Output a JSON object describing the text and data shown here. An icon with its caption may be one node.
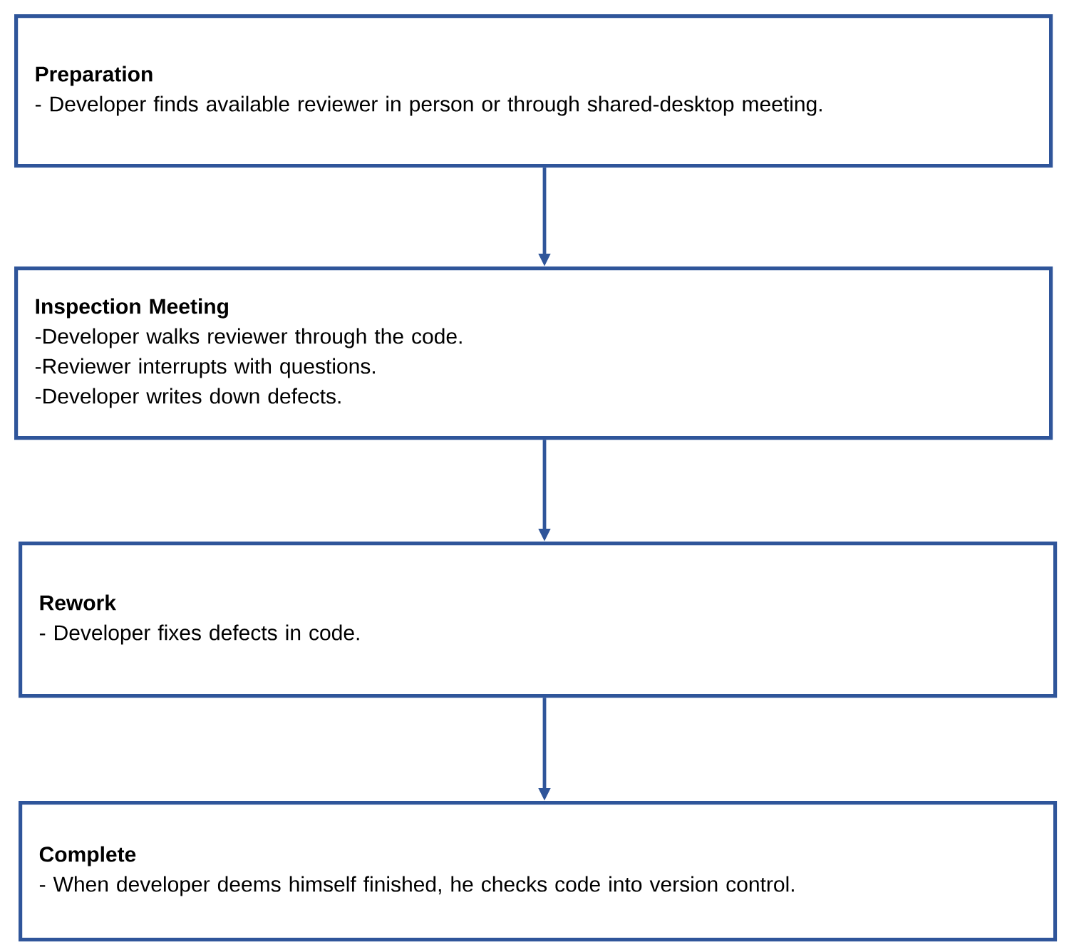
{
  "diagram": {
    "nodes": [
      {
        "text": [
          "Preparation",
          "- Developer finds available reviewer in person or through shared-desktop meeting."
        ]
      },
      {
        "text": [
          "Inspection Meeting",
          "-Developer walks reviewer through the code.",
          "-Reviewer interrupts with questions.",
          "-Developer writes down defects."
        ]
      },
      {
        "text": [
          "Rework",
          "- Developer fixes defects in code."
        ]
      },
      {
        "text": [
          "Complete",
          "- When developer deems himself finished, he checks code into version control."
        ]
      }
    ],
    "edges": [
      {
        "from": 0,
        "to": 1,
        "arrow": "to"
      },
      {
        "from": 1,
        "to": 2,
        "arrow": "to"
      },
      {
        "from": 2,
        "to": 3,
        "arrow": "to"
      }
    ]
  }
}
